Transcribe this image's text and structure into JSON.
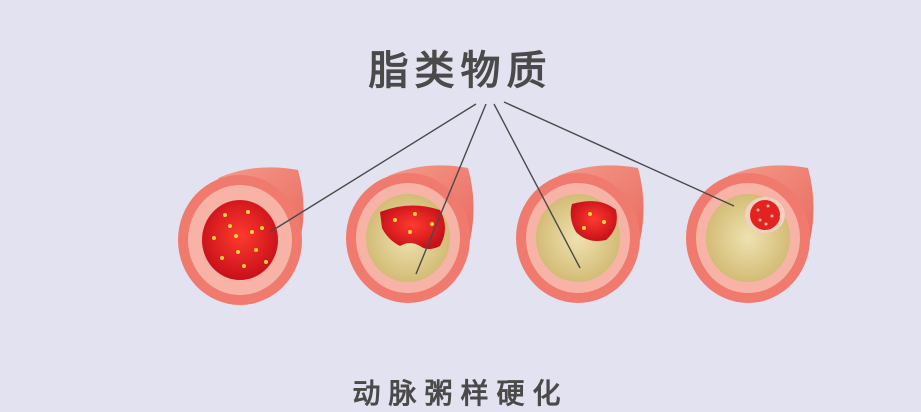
{
  "title": "脂类物质",
  "caption": "动脉粥样硬化",
  "stages": [
    {
      "stage": 1,
      "content": "fat-particles"
    },
    {
      "stage": 2,
      "content": "plaque-small"
    },
    {
      "stage": 3,
      "content": "plaque-large"
    },
    {
      "stage": 4,
      "content": "plaque-with-clot"
    }
  ],
  "colors": {
    "background": "#e3e2f0",
    "vessel_outer": "#f08a7e",
    "vessel_wall": "#f7b6a8",
    "blood": "#e21d1f",
    "plaque": "#e6d49a",
    "fat_dot": "#f4d23a",
    "line": "#4a4a4a"
  }
}
